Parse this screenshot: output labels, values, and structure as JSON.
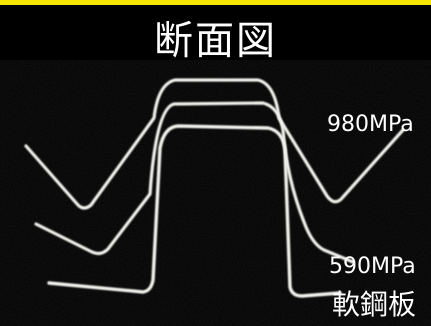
{
  "title": "断面図",
  "labels": {
    "steel_980": "980MPa",
    "steel_590": "590MPa",
    "mild_steel": "軟鋼板"
  },
  "colors": {
    "accent_bar": "#f7e600",
    "background": "#000000",
    "profile_line": "#f2f2ee",
    "text": "#ffffff"
  }
}
